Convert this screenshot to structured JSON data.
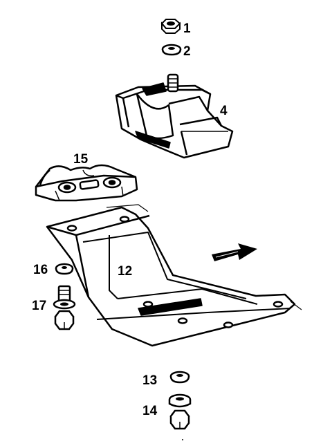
{
  "diagram": {
    "ink_color": "#000000",
    "paper_color": "#ffffff",
    "callouts": {
      "n1": "1",
      "n2": "2",
      "n4": "4",
      "n12": "12",
      "n13": "13",
      "n14": "14",
      "n15": "15",
      "n16": "16",
      "n17": "17"
    },
    "direction_arrow": "forward-arrow-icon"
  }
}
